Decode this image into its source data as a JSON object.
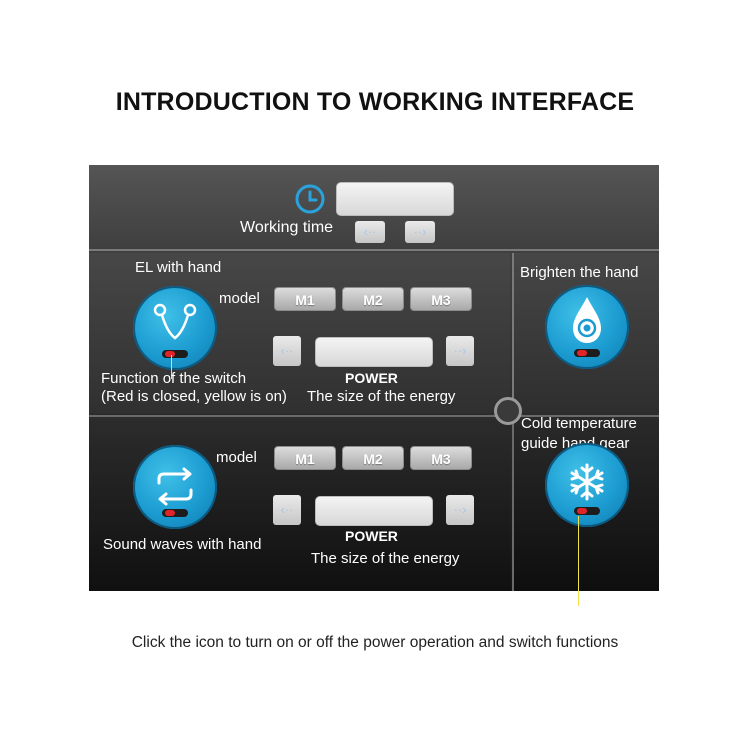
{
  "title": "INTRODUCTION TO WORKING INTERFACE",
  "timer": {
    "label": "Working time",
    "prev_glyph": "‹··",
    "next_glyph": "··›",
    "icon": "clock-icon"
  },
  "el_section": {
    "label": "EL with hand",
    "model_label": "model",
    "modes": [
      "M1",
      "M2",
      "M3"
    ],
    "power_label": "POWER",
    "energy_label": "The size of the energy",
    "switch_label_line1": "Function of the switch",
    "switch_label_line2": "(Red is closed, yellow is on)",
    "icon": "electrode-icon"
  },
  "sound_section": {
    "label": "Sound waves with hand",
    "model_label": "model",
    "modes": [
      "M1",
      "M2",
      "M3"
    ],
    "power_label": "POWER",
    "energy_label": "The size of the energy",
    "icon": "cycle-arrows-icon"
  },
  "bright_section": {
    "label": "Brighten the hand",
    "icon": "droplet-icon"
  },
  "cold_section": {
    "label_line1": "Cold temperature",
    "label_line2": "guide hand gear",
    "icon": "snowflake-icon"
  },
  "footer_note": "Click the icon to turn on or off the power operation and switch functions",
  "colors": {
    "accent_blue": "#1b9bd0",
    "switch_off_red": "#e0242a",
    "callout_yellow": "#f2e34a"
  }
}
